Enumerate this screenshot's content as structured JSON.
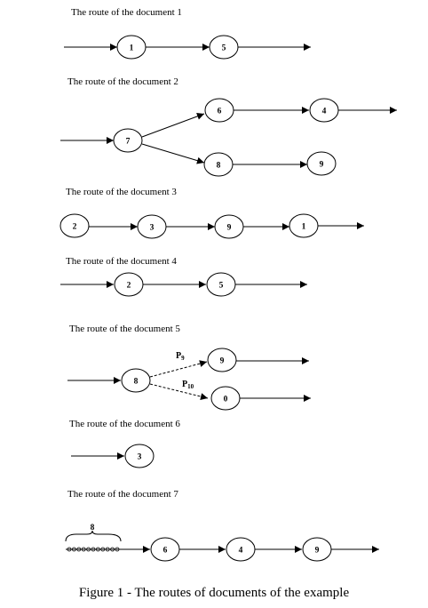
{
  "figure": {
    "caption": "Figure 1 - The routes of documents of the example"
  },
  "routes": [
    {
      "title": "The route of the document 1",
      "nodes": [
        "1",
        "5"
      ]
    },
    {
      "title": "The route of the document 2",
      "nodes": [
        "7",
        "6",
        "4",
        "8",
        "9"
      ]
    },
    {
      "title": "The route of the document 3",
      "nodes": [
        "2",
        "3",
        "9",
        "1"
      ]
    },
    {
      "title": "The route of the document 4",
      "nodes": [
        "2",
        "5"
      ]
    },
    {
      "title": "The route of the document 5",
      "nodes": [
        "8",
        "9",
        "0"
      ],
      "probabilities": [
        {
          "main": "P",
          "sub": "9"
        },
        {
          "main": "P",
          "sub": "10"
        }
      ]
    },
    {
      "title": "The route of the document 6",
      "nodes": [
        "3"
      ]
    },
    {
      "title": "The route of the document 7",
      "nodes": [
        "6",
        "4",
        "9"
      ],
      "queue_count": "8"
    }
  ]
}
